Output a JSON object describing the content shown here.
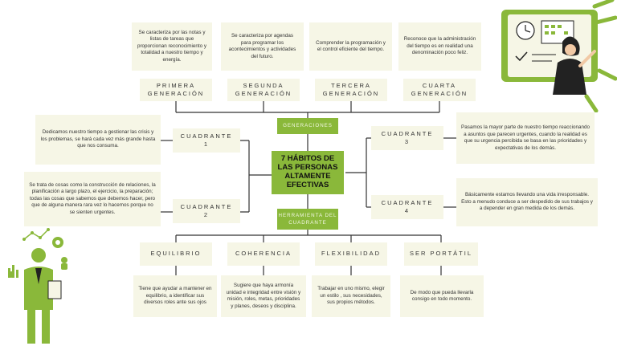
{
  "center": {
    "title": "7 HÁBITOS DE LAS PERSONAS ALTAMENTE EFECTIVAS",
    "generaciones_tag": "GENERACIONES",
    "herramienta_tag_line1": "HERRAMIENTA DEL",
    "herramienta_tag_line2": "CUADRANTE"
  },
  "generations": [
    {
      "line1": "PRIMERA",
      "line2": "GENERACIÓN",
      "desc": "Se caracteriza por las notas y listas de tareas que proporcionan reconocimiento y totalidad a nuestro tiempo y energía."
    },
    {
      "line1": "SEGUNDA",
      "line2": "GENERACIÓN",
      "desc": "Se caracteriza por agendas para programar los acontecimientos y actividades del futuro."
    },
    {
      "line1": "TERCERA",
      "line2": "GENERACIÓN",
      "desc": "Comprender la programación y el control eficiente del tiempo."
    },
    {
      "line1": "CUARTA",
      "line2": "GENERACIÓN",
      "desc": "Reconoce que la administración del tiempo es en realidad una denominación poco feliz."
    }
  ],
  "quadrants": [
    {
      "line1": "CUADRANTE",
      "line2": "1",
      "desc": "Dedicamos nuestro tiempo a gestionar las crisis y los problemas, se hará cada vez más grande hasta que nos consuma."
    },
    {
      "line1": "CUADRANTE",
      "line2": "2",
      "desc": "Se trata de cosas como la construcción de relaciones, la planificación a largo plazo, el ejercicio, la preparación; todas las cosas que sabemos que debemos hacer, pero que de alguna manera rara vez lo hacemos porque no se sienten urgentes."
    },
    {
      "line1": "CUADRANTE",
      "line2": "3",
      "desc": "Pasamos la mayor parte de nuestro tiempo reaccionando a asuntos que parecen urgentes, cuando la realidad es que su urgencia percibida se basa en las prioridades y expectativas de los demás."
    },
    {
      "line1": "CUADRANTE",
      "line2": "4",
      "desc": "Básicamente estamos llevando una vida irresponsable. Esto a menudo conduce a ser despedido de sus trabajos y a depender en gran medida de los demás."
    }
  ],
  "tools": [
    {
      "label": "EQUILIBRIO",
      "desc": "Tiene que ayudar a mantener en equilibrio, a identificar sus diversos roles ante sus ojos"
    },
    {
      "label": "COHERENCIA",
      "desc": "Sugiere que haya armonía unidad e integridad entre visión y misión, roles, metas, prioridades y planes, deseos y disciplina."
    },
    {
      "label": "FLEXIBILIDAD",
      "desc": "Trabajar en uno mismo, elegir un estilo , sus necesidades, sus propios métodos."
    },
    {
      "label": "SER PORTÁTIL",
      "desc": "De modo que pueda llevarla consigo en todo momento."
    }
  ],
  "colors": {
    "accent": "#8ab83a",
    "box": "#f6f6e6",
    "line": "#333333"
  }
}
